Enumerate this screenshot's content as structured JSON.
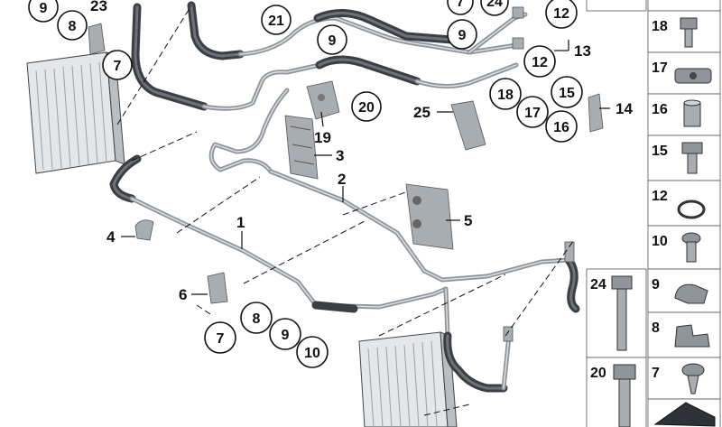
{
  "diagram": {
    "callouts": {
      "p1": "1",
      "p2": "2",
      "p3": "3",
      "p4": "4",
      "p5": "5",
      "p6": "6",
      "p13": "13",
      "p14": "14",
      "p19": "19",
      "p23": "23",
      "p25": "25",
      "c7a": "7",
      "c8a": "8",
      "c9a": "9",
      "c21": "21",
      "c9b": "9",
      "c9c": "9",
      "c7b": "7",
      "c24": "24",
      "c12a": "12",
      "c12b": "12",
      "c20": "20",
      "c18": "18",
      "c17": "17",
      "c15": "15",
      "c16": "16",
      "c8b": "8",
      "c9d": "9",
      "c7c": "7",
      "c10": "10"
    },
    "parts_panel": [
      {
        "num": "18",
        "icon": "hex-bolt-short-icon"
      },
      {
        "num": "17",
        "icon": "clamp-block-icon"
      },
      {
        "num": "16",
        "icon": "sleeve-icon"
      },
      {
        "num": "15",
        "icon": "hex-flange-bolt-icon"
      },
      {
        "num": "12",
        "icon": "o-ring-icon"
      },
      {
        "num": "10",
        "icon": "round-head-screw-icon"
      },
      {
        "num": "24",
        "icon": "long-hex-bolt-icon"
      },
      {
        "num": "9",
        "icon": "hose-clip-icon"
      },
      {
        "num": "8",
        "icon": "double-clip-icon"
      },
      {
        "num": "20",
        "icon": "collar-bolt-icon"
      },
      {
        "num": "7",
        "icon": "torx-screw-icon"
      }
    ]
  }
}
